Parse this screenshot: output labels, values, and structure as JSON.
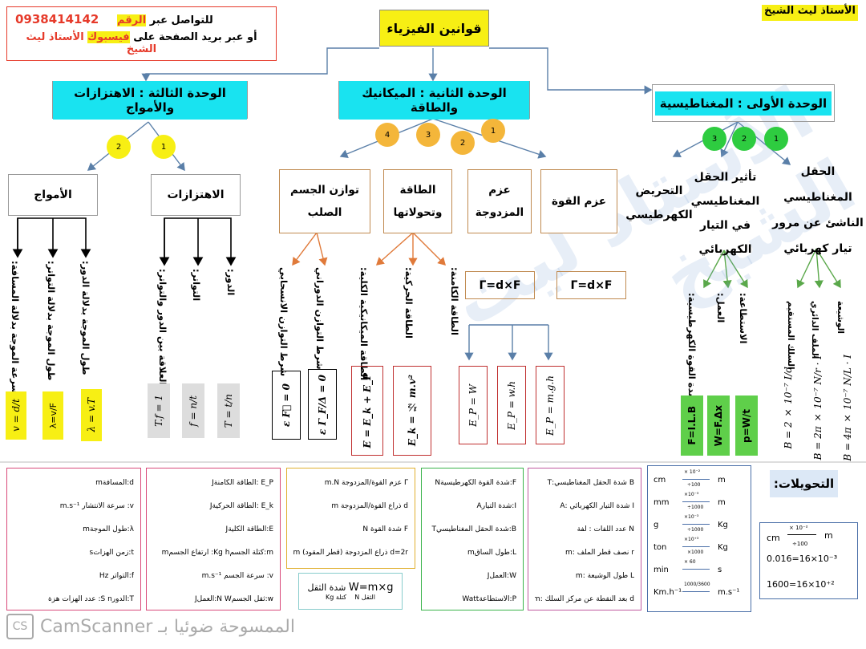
{
  "contact": {
    "line1_prefix": "للتواصل عبر",
    "line1_highlight": "الرقم",
    "phone": "0938414142",
    "line2_prefix": "أو عبر بريد الصفحة على",
    "line2_highlight": "فيسبوك",
    "line2_suffix": "الأستاذ ليث الشيخ"
  },
  "teacher_name": "الأستاذ ليث الشيخ",
  "main_title": "قوانين الفيزياء",
  "units": [
    {
      "title": "الوحدة الأولى : المغناطيسية"
    },
    {
      "title": "الوحدة الثانية : الميكانيك والطاقة"
    },
    {
      "title": "الوحدة الثالثة : الاهتزازات والأمواج"
    }
  ],
  "circles": {
    "unit1": [
      "3",
      "2",
      "1"
    ],
    "unit2": [
      "4",
      "3",
      "2",
      "1"
    ],
    "unit3": [
      "2",
      "1"
    ]
  },
  "unit1_topics": [
    {
      "label": "الحقل المغناطيسي الناشئ عن مرور تيار كهربائي"
    },
    {
      "label": "تأثير الحقل المغناطيسي في التيار الكهربائي"
    },
    {
      "label": "التحريض الكهرطيسي"
    }
  ],
  "unit1_field_items": [
    "الوشيعة",
    "الملف الدائري",
    "السلك المستقيم"
  ],
  "unit1_field_formulas": [
    "B = 4π × 10⁻⁷ N/L · I",
    "B = 2π × 10⁻⁷ N/r · I",
    "B = 2 × 10⁻⁷ I/d"
  ],
  "unit1_effect_items": [
    "الاستطاعة:",
    "العمل:",
    "شدة القوة الكهرطيسية:"
  ],
  "unit1_effect_formulas": [
    "p=W/t",
    "W=F.Δx",
    "F=I.L.B"
  ],
  "unit2_topics": [
    {
      "label": "عزم القوة"
    },
    {
      "label": "عزم المزدوجة"
    },
    {
      "label": "الطاقة وتحولاتها"
    },
    {
      "label": "توازن الجسم الصلب"
    }
  ],
  "torque_formulas": [
    "Γ=d×F",
    "Γ=d×F"
  ],
  "energy_items": [
    "الطاقة الكامنة:",
    "الطاقة الحركية:",
    "الطاقة الميكانيكية الكلية:"
  ],
  "energy_formulas": [
    "E_P = m.g.h",
    "E_P = w.h",
    "E_P = W",
    "E_k = ½ m.v²",
    "E = E_k + E_P"
  ],
  "balance_items": [
    "شرط التوازن الدوراني",
    "شرط التوازن الانسحابي"
  ],
  "balance_formulas": [
    "ε Γ_F/Δ = 0",
    "ε F⃗ = 0"
  ],
  "unit3_topics": [
    {
      "label": "الاهتزازات"
    },
    {
      "label": "الأمواج"
    }
  ],
  "oscillation_items": [
    "الدور:",
    "التواتر:",
    "العلاقة بين الدور والتواتر:"
  ],
  "oscillation_formulas": [
    "T = t/n",
    "f = n/t",
    "T.f = 1"
  ],
  "wave_items": [
    "طول الموجة بدلالة الدور:",
    "طول الموجة بدلالة التواتر:",
    "سرعة الموجة بدلالة المسافة:"
  ],
  "wave_formulas": [
    "λ = v.T",
    "λ=v/F",
    "v = d/t"
  ],
  "legend1": [
    "d:المسافةm",
    "v: سرعة الانتشار m.s⁻¹",
    "λ:طول الموجةm",
    "t:زمن الهزاتs",
    "f:التواتر Hz",
    "T:الدورS  n: عدد الهزات هزة"
  ],
  "legend2": [
    "E_P :الطاقة الكامنةJ",
    "E_k :الطاقة الحركيةJ",
    "E:الطاقة الكليةJ",
    "m:كتلة الجسمKg  h: ارتفاع الجسمm",
    "v: سرعة الجسم m.s⁻¹",
    "w:ثقل الجسمN  W:العملJ"
  ],
  "legend3": [
    "Γ عزم القوة/المزدوجة m.N",
    "d ذراع القوة/المزدوجة m",
    "F شدة القوة N",
    "d=2r ذراع المزدوجة (قطر المقود) m"
  ],
  "weight_box": {
    "formula": "W=m×g",
    "label": "شدة الثقل",
    "sub_n": "الثقل N",
    "sub_kg": "كتلة Kg"
  },
  "legend4": [
    "F:شدة القوة الكهرطيسيةN",
    "I:شدة التيارA",
    "B:شدة الحقل المغناطيسيT",
    "L:طول الساقm",
    "W:العملJ",
    "P:الاستطاعةWatt"
  ],
  "legend5": [
    "B شدة الحقل المغناطيسي:T",
    "I شدة التيار الكهربائي :A",
    "N عدد اللفات : لفة",
    "r نصف قطر الملف :m",
    "L طول الوشيعة :m",
    "d بعد النقطة عن مركز السلك :m"
  ],
  "conversions_title": "التحويلات:",
  "conversions": [
    {
      "from": "cm",
      "to": "m",
      "top": "× 10⁻²",
      "bottom": "÷100"
    },
    {
      "from": "mm",
      "to": "m",
      "top": "×10⁻³",
      "bottom": "÷1000"
    },
    {
      "from": "g",
      "to": "Kg",
      "top": "×10⁻³",
      "bottom": "÷1000"
    },
    {
      "from": "ton",
      "to": "Kg",
      "top": "×10⁺³",
      "bottom": "×1000"
    },
    {
      "from": "min",
      "to": "s",
      "top": "× 60",
      "bottom": ""
    },
    {
      "from": "Km.h⁻¹",
      "to": "m.s⁻¹",
      "top": "1000/3600",
      "bottom": ""
    }
  ],
  "example": {
    "from": "cm",
    "to": "m",
    "top": "× 10⁻²",
    "bottom": "÷100",
    "line1": "0.016=16×10⁻³",
    "line2": "1600=16×10⁺²"
  },
  "footer": "الممسوحة ضوئيا بـ CamScanner"
}
